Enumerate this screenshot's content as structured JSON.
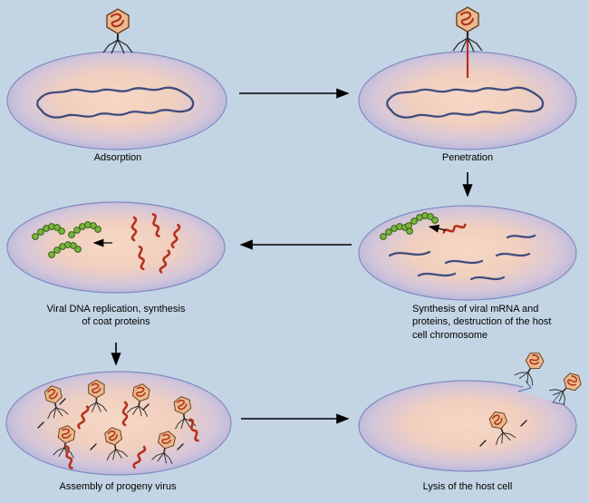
{
  "diagram": {
    "stages": [
      {
        "id": "adsorption",
        "label": "Adsorption"
      },
      {
        "id": "penetration",
        "label": "Penetration"
      },
      {
        "id": "synthesis",
        "label": "Synthesis of viral mRNA and proteins, destruction of the host cell chromosome"
      },
      {
        "id": "replication",
        "label": "Viral DNA replication, synthesis of coat proteins"
      },
      {
        "id": "assembly",
        "label": "Assembly of progeny virus"
      },
      {
        "id": "lysis",
        "label": "Lysis of the host cell"
      }
    ],
    "flow": [
      "adsorption -> penetration",
      "penetration -> synthesis",
      "synthesis -> replication",
      "replication -> assembly",
      "assembly -> lysis"
    ],
    "icons": {
      "phage": "phage-icon",
      "host_chromosome": "host-chromosome-loop",
      "viral_dna": "viral-dna-squiggle",
      "ribosomes": "polysome-beads-icon",
      "arrows": "flow-arrow"
    },
    "colors": {
      "background": "#c3d5e4",
      "cell_rim": "#a8aed8",
      "cell_interior": "#f6d8c6",
      "host_dna": "#3f4d7e",
      "viral_dna": "#b5321c",
      "phage_head": "#e9ba8d",
      "protein_green": "#7cb43c"
    }
  }
}
